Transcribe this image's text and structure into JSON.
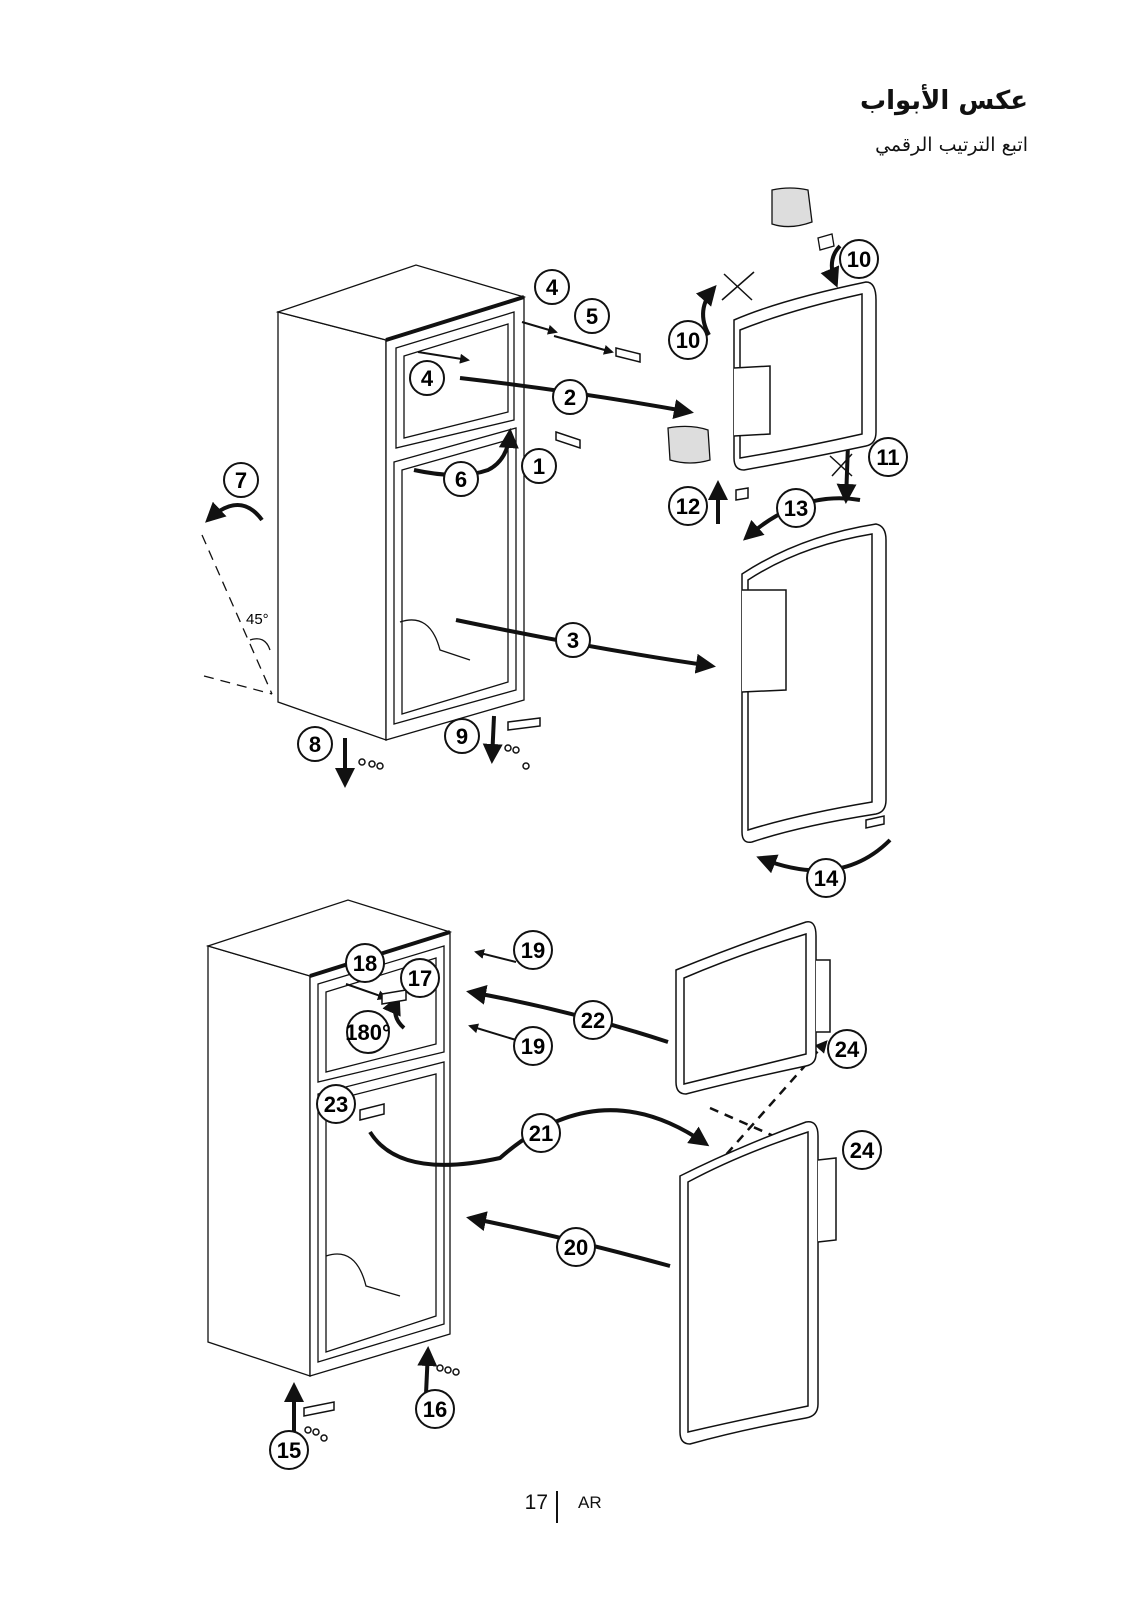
{
  "header": {
    "title": "عكس الأبواب",
    "subtitle": "اتبع الترتيب الرقمي"
  },
  "diagram": {
    "angle_label": "45°",
    "rotation_label": "180°",
    "steps": [
      "1",
      "2",
      "3",
      "4",
      "4",
      "5",
      "6",
      "7",
      "8",
      "9",
      "10",
      "10",
      "11",
      "12",
      "13",
      "14",
      "15",
      "16",
      "17",
      "18",
      "19",
      "19",
      "20",
      "21",
      "22",
      "23",
      "24",
      "24"
    ]
  },
  "footer": {
    "page_number": "17",
    "language": "AR"
  }
}
